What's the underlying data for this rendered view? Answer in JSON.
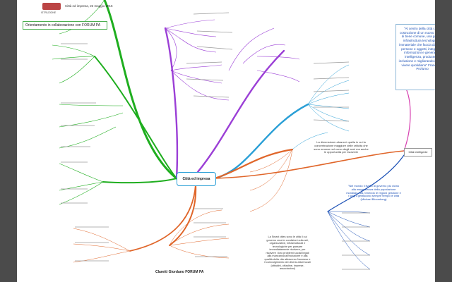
{
  "header": {
    "logo_caption": "ISTRUZIONE",
    "title_line": "Città ed impresa, 22 maggio 2015",
    "subtitle_box": "Orientamento in collaborazione con FORUM PA"
  },
  "center": {
    "label": "Città ed impresa"
  },
  "quote": {
    "text": "\"Al centro della città c'è la costruzione di un nuovo genere di bene comune, una grande infrastruttura tecnologica e immateriale che faccia dialogare persone e oggetti, integrando informazioni e generando intelligenza, producendo inclusione e migliorando il nostro vivere quotidiano\" Francesco Profumo"
  },
  "notes": {
    "smart_node": "Città intelligente",
    "dimension_text": "La dimensione urbana è quella in cui la concentrazione maggiore delle criticità che sono emerse nel corso degli anni ma anche le opportunità per risolverle",
    "quarter_text": "\"Nel mondo il livello di governo più vicino alla maggioranza della popolazione mondiale. Ma, tenendo le regioni gestione e i luoghi gestiscono sempre tempo le città (Michael Bloomberg)",
    "smart_city_text": "La Smart cities sono le città il cui governo crea le condizioni culturali, organizzative, infrastrutturali e tecnologiche per passare immediatamente risolvere, per risolvere i loro problemi sociali legati alla mancanza all'inclusione e alla qualità della vita attraverso l'accesso e il coinvolgimento dei diversi attori locali (cittadini, cittadine, imprese, associazioni)"
  },
  "footer": {
    "label": "Claretti Giordano FORUM PA"
  },
  "colors": {
    "green": "#1fae1f",
    "purple": "#9b3fd6",
    "orange": "#e0662a",
    "blue": "#2a9fd6",
    "navy": "#1a4fb5",
    "pink": "#d63fb0"
  }
}
